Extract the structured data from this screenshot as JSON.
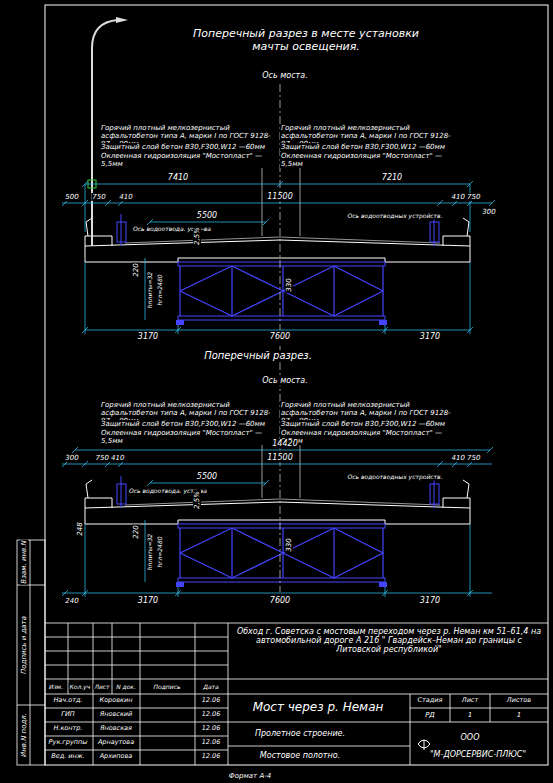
{
  "diagram": {
    "title": "Поперечный разрез в месте установки мачты освещения.",
    "labels": [
      "Ось моста.",
      "Горячий плотный мелкозернистый асфальтобетон типа А, марки I по ГОСТ 9128-97 —90мм",
      "Защитный слой бетон В30,F300,W12 —60мм",
      "Оклеенная гидроизоляция \"Мостопласт\" —5,5мм",
      "Горячий плотный мелкозернистый асфальтобетон типа А, марки I по ГОСТ 9128-97 —90мм",
      "Защитный слой бетон В30,F300,W12 —60мм",
      "Оклеенная гидроизоляция \"Мостопласт\" —5,5мм",
      "7410",
      "7210",
      "500",
      "750",
      "410",
      "11500",
      "410 750",
      "300",
      "5500",
      "Ось водоотвода. устр-ва",
      "Ось водоотводных устройств.",
      "2,5%",
      "220",
      "hплиты=32",
      "hгл=2480",
      "330",
      "3170",
      "7600",
      "3170",
      "Поперечный разрез.",
      "Ось моста.",
      "Горячий плотный мелкозернистый асфальтобетон типа А, марки I по ГОСТ 9128-97 —90мм",
      "Защитный слой бетон В30,F300,W12 —60мм",
      "Оклеенная гидроизоляция \"Мостопласт\" —5,5мм",
      "Горячий плотный мелкозернистый асфальтобетон типа А, марки I по ГОСТ 9128-97 —90мм",
      "Защитный слой бетон В30,F300,W12 —60мм",
      "Оклеенная гидроизоляция \"Мостопласт\" —5,5мм",
      "14420",
      "300",
      "750 410",
      "11500",
      "410 750",
      "5500",
      "Ось водоотвода. устр-ва",
      "Ось водоотводных устройств.",
      "2,5%",
      "248",
      "220",
      "hплиты=32",
      "hгл=2480",
      "330",
      "240",
      "3170",
      "7600",
      "3170",
      "Взам. инв.N",
      "Подпись и дата",
      "Инв.N подл.",
      "Изм.",
      "Кол.уч",
      "Лист",
      "N док.",
      "Подпись",
      "Дата",
      "Нач.отд.",
      "Коровкин",
      "12.06",
      "ГИП",
      "Яновский",
      "12.06",
      "Н.контр.",
      "Яновская",
      "12.06",
      "Рук.группы",
      "Арнаутова",
      "12.06",
      "Вед. инж.",
      "Архипова",
      "12.06",
      "Обход г. Советска с мостовым переходом через р. Неман км 51–61,4 на автомобильной дороге А 216 \" Гвардейск–Неман до границы с Литовской республикой\"",
      "Мост через р. Неман",
      "Стадия",
      "Лист",
      "Листов",
      "РД",
      "1",
      "1",
      "Пролетное строение.",
      "Мостовое полотно.",
      "ООО",
      "\"М-ДОРСЕРВИС-ПЛЮС\"",
      "Формат А-4"
    ]
  }
}
